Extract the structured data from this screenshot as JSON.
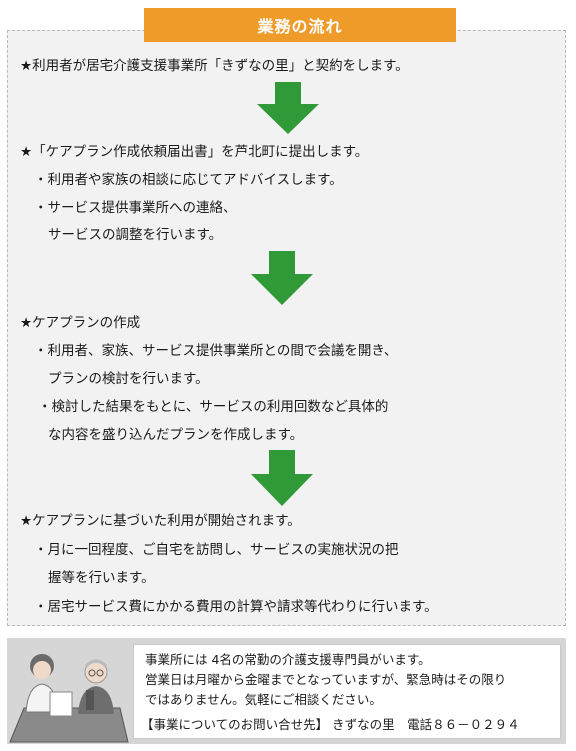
{
  "title": "業務の流れ",
  "steps": [
    {
      "heading": "★利用者が居宅介護支援事業所「きずなの里」と契約をします。",
      "bullets": []
    },
    {
      "heading": "★「ケアプラン作成依頼届出書」を芦北町に提出します。",
      "bullets": [
        "・利用者や家族の相談に応じてアドバイスします。",
        "・サービス提供事業所への連絡、",
        "サービスの調整を行います。"
      ]
    },
    {
      "heading": "★ケアプランの作成",
      "bullets": [
        "・利用者、家族、サービス提供事業所との間で会議を開き、",
        "プランの検討を行います。",
        "・検討した結果をもとに、サービスの利用回数など具体的",
        "な内容を盛り込んだプランを作成します。"
      ]
    },
    {
      "heading": "★ケアプランに基づいた利用が開始されます。",
      "bullets": [
        "・月に一回程度、ご自宅を訪問し、サービスの実施状況の把",
        "握等を行います。",
        "・居宅サービス費にかかる費用の計算や請求等代わりに行います。"
      ]
    }
  ],
  "info": {
    "line1": "事業所には 4名の常勤の介護支援専門員がいます。",
    "line2": "営業日は月曜から金曜までとなっていますが、緊急時はその限り",
    "line3": "ではありません。気軽にご相談ください。",
    "contact": "【事業についてのお問い合せ先】 きずなの里　電話８６－０２９４"
  },
  "colors": {
    "title_bg": "#ef9b29",
    "arrow": "#2f9a37",
    "panel_bg": "#f2f2f2"
  },
  "icons": [
    "down-arrow-icon",
    "caregiver-illustration"
  ]
}
